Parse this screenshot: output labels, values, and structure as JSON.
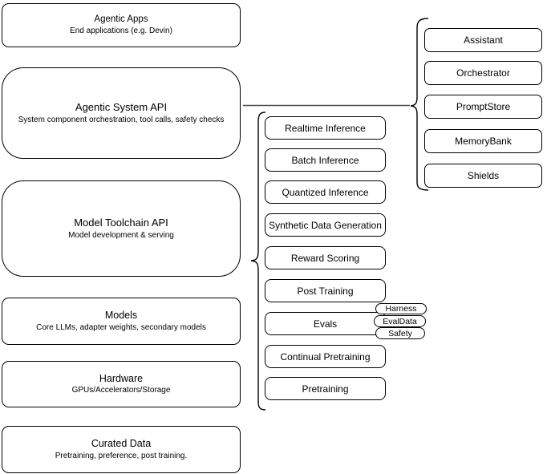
{
  "left_stack": [
    {
      "title": "Agentic Apps",
      "subtitle": "End applications (e.g. Devin)"
    },
    {
      "title": "Agentic System API",
      "subtitle": "System component orchestration, tool calls, safety checks"
    },
    {
      "title": "Model Toolchain API",
      "subtitle": "Model development & serving"
    },
    {
      "title": "Models",
      "subtitle": "Core LLMs, adapter weights, secondary models"
    },
    {
      "title": "Hardware",
      "subtitle": "GPUs/Accelerators/Storage"
    },
    {
      "title": "Curated Data",
      "subtitle": "Pretraining, preference, post training."
    }
  ],
  "toolchain": {
    "items": [
      "Realtime Inference",
      "Batch Inference",
      "Quantized Inference",
      "Synthetic Data Generation",
      "Reward Scoring",
      "Post Training",
      "Evals",
      "Continual Pretraining",
      "Pretraining"
    ]
  },
  "eval_pills": [
    "Harness",
    "EvalData",
    "Safety"
  ],
  "system_components": [
    "Assistant",
    "Orchestrator",
    "PromptStore",
    "MemoryBank",
    "Shields"
  ],
  "colors": {
    "node_border": "#000000",
    "node_fill": "#ffffff",
    "background": "#ffffff",
    "connector_line": "#4d4d4d"
  }
}
